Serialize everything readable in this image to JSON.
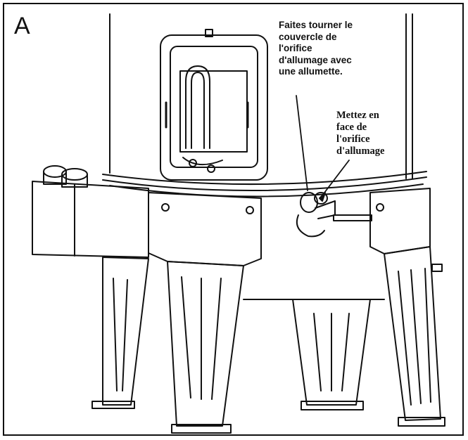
{
  "figure": {
    "panel_label": "A",
    "callout_1": {
      "lines": [
        "Faites tourner le",
        "couvercle de",
        "l'orifice",
        "d'allumage avec",
        "une allumette."
      ]
    },
    "callout_2": {
      "lines": [
        "Mettez en",
        "face de",
        "l'orifice",
        "d'allumage"
      ]
    }
  },
  "colors": {
    "line": "#111111",
    "background": "#ffffff"
  }
}
